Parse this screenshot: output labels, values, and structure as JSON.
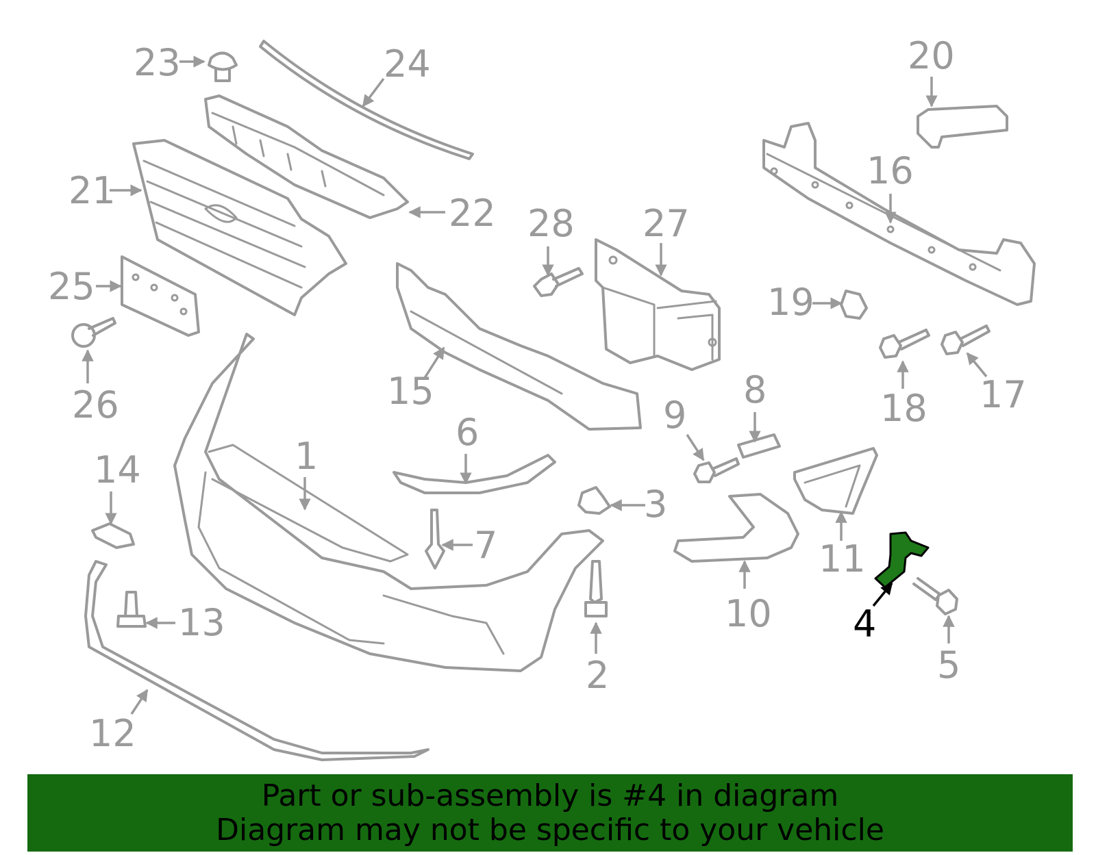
{
  "callouts": [
    "1",
    "2",
    "3",
    "4",
    "5",
    "6",
    "7",
    "8",
    "9",
    "10",
    "11",
    "12",
    "13",
    "14",
    "15",
    "16",
    "17",
    "18",
    "19",
    "20",
    "21",
    "22",
    "23",
    "24",
    "25",
    "26",
    "27",
    "28"
  ],
  "highlighted_part": "4",
  "colors": {
    "highlight_fill": "#1f7a1a",
    "banner_bg": "#156a10",
    "line_art": "#9a9a9a"
  },
  "banner": {
    "line1": "Part or sub-assembly is #4 in diagram",
    "line2": "Diagram may not be specific to your vehicle"
  }
}
